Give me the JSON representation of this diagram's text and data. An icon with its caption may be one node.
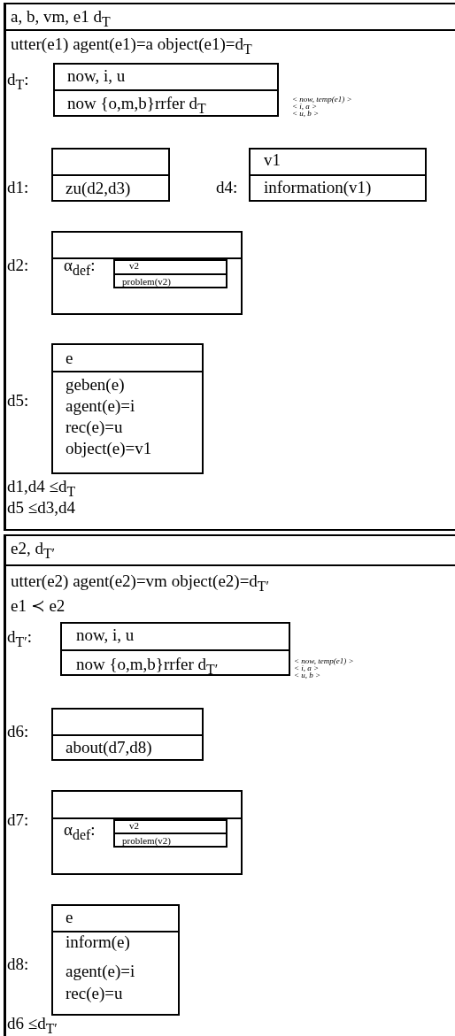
{
  "diagram": {
    "nodes": [
      {
        "text": [
          "a, b, vm, e1 d$_{T}$",
          "utter(e1) agent(e1)=a object(e1)=d$_{T}$",
          "d1,d4 ≤d$_{T}$",
          "d5 ≤d3,d4"
        ]
      },
      {
        "text": [
          "now, i, u",
          "now {o,m,b}rrfer d$_{T}$"
        ],
        "in": 0,
        "beside": [
          "d$_{T}$:",
          "< now, temp(e1) >",
          "< i, a >",
          "< u, b >"
        ]
      },
      {
        "text": [
          "zu(d2,d3)"
        ],
        "in": 0,
        "beside": [
          "d1:"
        ]
      },
      {
        "text": [
          "v1",
          "information(v1)"
        ],
        "in": 0,
        "beside": [
          "d4:"
        ]
      },
      {
        "text": [],
        "shape": "box",
        "in": 0,
        "beside": [
          "d2:"
        ]
      },
      {
        "text": [
          "v2",
          "problem(v2)"
        ],
        "in": 4,
        "beside": [
          "α$_{def}$:"
        ]
      },
      {
        "text": [
          "e",
          "geben(e)",
          "agent(e)=i",
          "rec(e)=u",
          "object(e)=v1"
        ],
        "in": 0,
        "beside": [
          "d5:"
        ]
      },
      {
        "text": [
          "e2, d$_{T′}$",
          "utter(e2) agent(e2)=vm object(e2)=d$_{T′}$",
          "e1 ≺ e2",
          "d6 ≤d$_{T′}$"
        ]
      },
      {
        "text": [
          "now, i, u",
          "now {o,m,b}rrfer d$_{T′}$"
        ],
        "in": 7,
        "beside": [
          "d$_{T′}$:",
          "< now, temp(e1) >",
          "< i, a >",
          "< u, b >"
        ]
      },
      {
        "text": [
          "about(d7,d8)"
        ],
        "in": 7,
        "beside": [
          "d6:"
        ]
      },
      {
        "text": [],
        "shape": "box",
        "in": 7,
        "beside": [
          "d7:"
        ]
      },
      {
        "text": [
          "v2",
          "problem(v2)"
        ],
        "in": 10,
        "beside": [
          "α$_{def}$:"
        ]
      },
      {
        "text": [
          "e",
          "inform(e)",
          "agent(e)=i",
          "rec(e)=u"
        ],
        "in": 7,
        "beside": [
          "d8:"
        ]
      }
    ]
  }
}
